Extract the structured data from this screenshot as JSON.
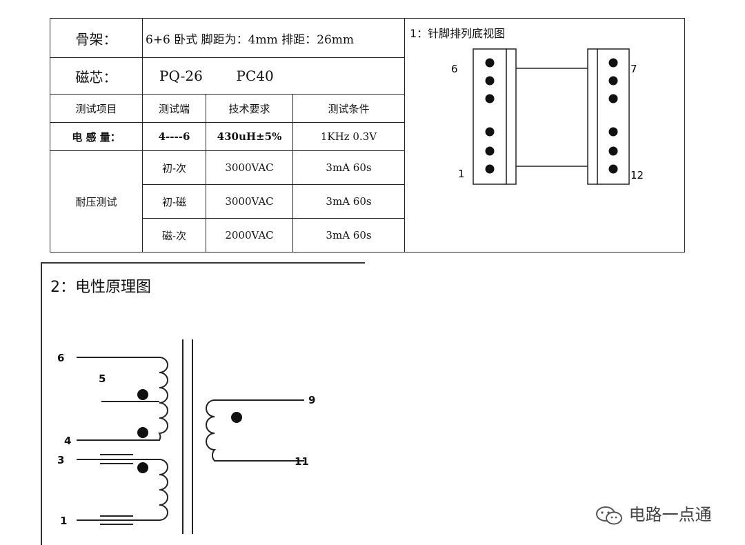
{
  "spec_table": {
    "frame_label": "骨架：",
    "frame_value": "6+6 卧式 脚距为：4mm 排距：26mm",
    "core_label": "磁芯：",
    "core_model": "PQ-26",
    "core_material": "PC40",
    "headers": [
      "测试项目",
      "测试端",
      "技术要求",
      "测试条件"
    ],
    "inductance": {
      "item": "电 感 量：",
      "terminals": "4----6",
      "requirement": "430uH±5%",
      "condition": "1KHz   0.3V"
    },
    "hipot_label": "耐压测试",
    "hipot_rows": [
      {
        "terminals": "初-次",
        "requirement": "3000VAC",
        "condition": "3mA    60s"
      },
      {
        "terminals": "初-磁",
        "requirement": "3000VAC",
        "condition": "3mA    60s"
      },
      {
        "terminals": "磁-次",
        "requirement": "2000VAC",
        "condition": "3mA    60s"
      }
    ]
  },
  "pin_diagram": {
    "title": "1：针脚排列底视图",
    "pin_labels": {
      "top_left": "6",
      "bottom_left": "1",
      "top_right": "7",
      "bottom_right": "12"
    }
  },
  "schematic": {
    "title": "2：电性原理图",
    "pins": {
      "p6": "6",
      "p5": "5",
      "p4": "4",
      "p3": "3",
      "p1": "1",
      "p9": "9",
      "p11": "11"
    }
  },
  "watermark": "电路一点通"
}
